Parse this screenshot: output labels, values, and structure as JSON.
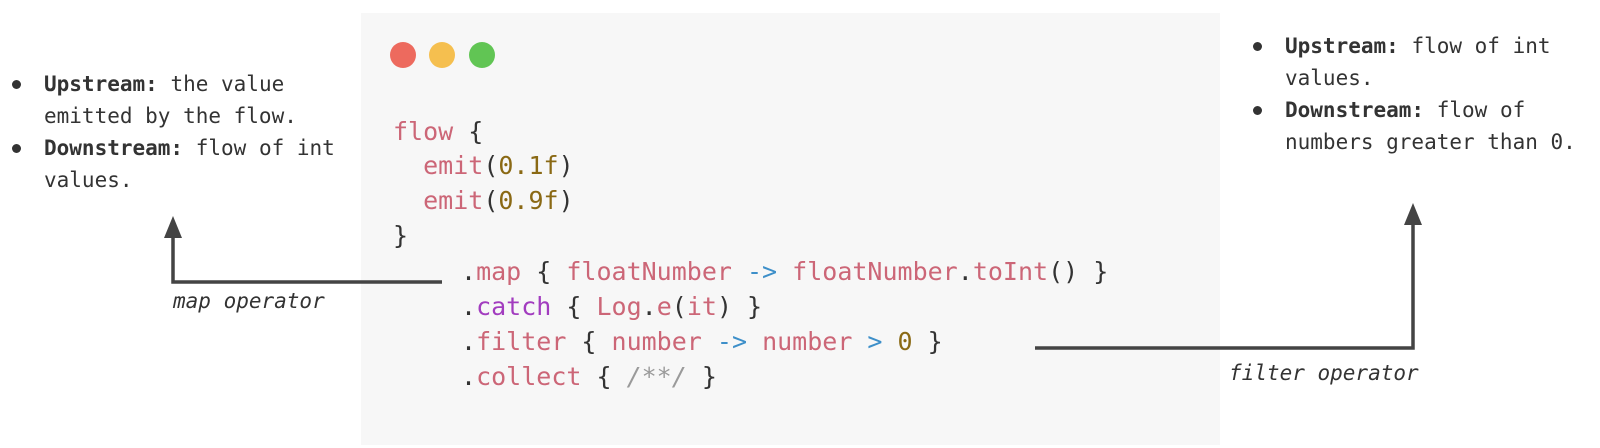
{
  "window": {
    "controls": [
      {
        "name": "close",
        "color": "#ed6a5e"
      },
      {
        "name": "minimize",
        "color": "#f5bf4f"
      },
      {
        "name": "maximize",
        "color": "#61c554"
      }
    ],
    "background": "#f7f7f7"
  },
  "code_lines": [
    {
      "id": "l1",
      "tokens": [
        {
          "t": "flow",
          "c": "fn"
        },
        {
          "t": " {",
          "c": "plain"
        }
      ]
    },
    {
      "id": "l2",
      "tokens": [
        {
          "t": "  emit",
          "c": "fn"
        },
        {
          "t": "(",
          "c": "plain"
        },
        {
          "t": "0.1f",
          "c": "num"
        },
        {
          "t": ")",
          "c": "plain"
        }
      ]
    },
    {
      "id": "l3",
      "tokens": [
        {
          "t": "  emit",
          "c": "fn"
        },
        {
          "t": "(",
          "c": "plain"
        },
        {
          "t": "0.9f",
          "c": "num"
        },
        {
          "t": ")",
          "c": "plain"
        }
      ]
    },
    {
      "id": "l4",
      "tokens": [
        {
          "t": "}",
          "c": "plain"
        }
      ]
    },
    {
      "id": "l5",
      "tokens": [
        {
          "t": ".",
          "c": "plain"
        },
        {
          "t": "map",
          "c": "fn"
        },
        {
          "t": " { ",
          "c": "plain"
        },
        {
          "t": "floatNumber",
          "c": "fn"
        },
        {
          "t": " -> ",
          "c": "op"
        },
        {
          "t": "floatNumber",
          "c": "fn"
        },
        {
          "t": ".",
          "c": "plain"
        },
        {
          "t": "toInt",
          "c": "fn"
        },
        {
          "t": "() }",
          "c": "plain"
        }
      ]
    },
    {
      "id": "l6",
      "tokens": [
        {
          "t": ".",
          "c": "plain"
        },
        {
          "t": "catch",
          "c": "kw"
        },
        {
          "t": " { ",
          "c": "plain"
        },
        {
          "t": "Log",
          "c": "fn"
        },
        {
          "t": ".",
          "c": "plain"
        },
        {
          "t": "e",
          "c": "fn"
        },
        {
          "t": "(",
          "c": "plain"
        },
        {
          "t": "it",
          "c": "fn"
        },
        {
          "t": ") }",
          "c": "plain"
        }
      ]
    },
    {
      "id": "l7",
      "tokens": [
        {
          "t": ".",
          "c": "plain"
        },
        {
          "t": "filter",
          "c": "fn"
        },
        {
          "t": " { ",
          "c": "plain"
        },
        {
          "t": "number",
          "c": "fn"
        },
        {
          "t": " -> ",
          "c": "op"
        },
        {
          "t": "number",
          "c": "fn"
        },
        {
          "t": " > ",
          "c": "op"
        },
        {
          "t": "0",
          "c": "num"
        },
        {
          "t": " }",
          "c": "plain"
        }
      ]
    },
    {
      "id": "l8",
      "tokens": [
        {
          "t": ".",
          "c": "plain"
        },
        {
          "t": "collect",
          "c": "fn"
        },
        {
          "t": " { ",
          "c": "plain"
        },
        {
          "t": "/**/",
          "c": "cm"
        },
        {
          "t": " }",
          "c": "plain"
        }
      ]
    }
  ],
  "annotations": {
    "map": {
      "label": "map operator",
      "upstream_label": "Upstream:",
      "upstream_text": "the value emitted by the flow.",
      "downstream_label": "Downstream:",
      "downstream_text": "flow of int values."
    },
    "filter": {
      "label": "filter operator",
      "upstream_label": "Upstream:",
      "upstream_text": "flow of int values.",
      "downstream_label": "Downstream:",
      "downstream_text": "flow of numbers greater than 0."
    }
  },
  "colors": {
    "function": "#cc6677",
    "number": "#8a6914",
    "operator": "#3d8fc9",
    "keyword": "#a23cbf",
    "comment": "#9a9a9a",
    "text": "#333333",
    "arrow": "#444444"
  }
}
